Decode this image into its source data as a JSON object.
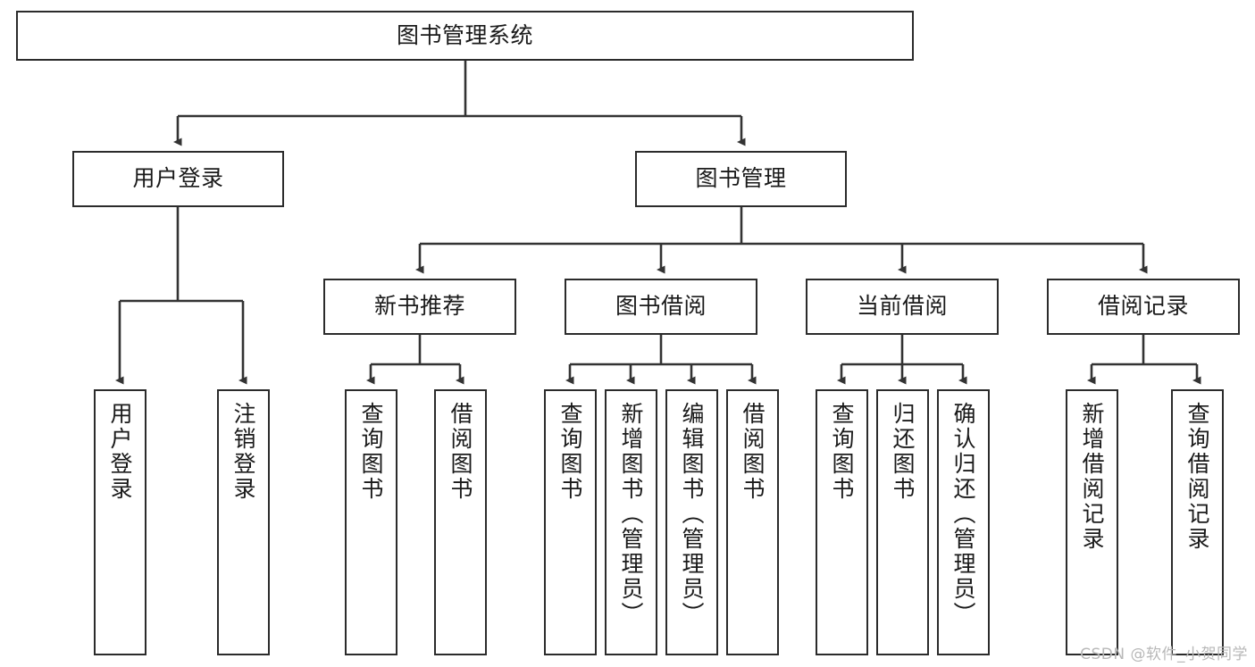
{
  "diagram": {
    "title": "图书管理系统",
    "type": "tree-hierarchy-diagram",
    "watermark": "CSDN @软件_小贺同学",
    "colors": {
      "box_border": "#2b2b2b",
      "box_fill": "#ffffff",
      "edge": "#333333",
      "text": "#1a1a1a",
      "watermark": "#b8b8b8",
      "background": "#ffffff"
    },
    "root": {
      "label": "图书管理系统"
    },
    "level2": [
      {
        "label": "用户登录"
      },
      {
        "label": "图书管理"
      }
    ],
    "level3": [
      {
        "label": "新书推荐"
      },
      {
        "label": "图书借阅"
      },
      {
        "label": "当前借阅"
      },
      {
        "label": "借阅记录"
      }
    ],
    "leaves": {
      "user_login": [
        {
          "label": "用户登录"
        },
        {
          "label": "注销登录"
        }
      ],
      "new_book_recommend": [
        {
          "label": "查询图书"
        },
        {
          "label": "借阅图书"
        }
      ],
      "book_borrow": [
        {
          "label": "查询图书"
        },
        {
          "label": "新增图书（管理员）"
        },
        {
          "label": "编辑图书（管理员）"
        },
        {
          "label": "借阅图书"
        }
      ],
      "current_borrow": [
        {
          "label": "查询图书"
        },
        {
          "label": "归还图书"
        },
        {
          "label": "确认归还（管理员）"
        }
      ],
      "borrow_record": [
        {
          "label": "新增借阅记录"
        },
        {
          "label": "查询借阅记录"
        }
      ]
    }
  }
}
